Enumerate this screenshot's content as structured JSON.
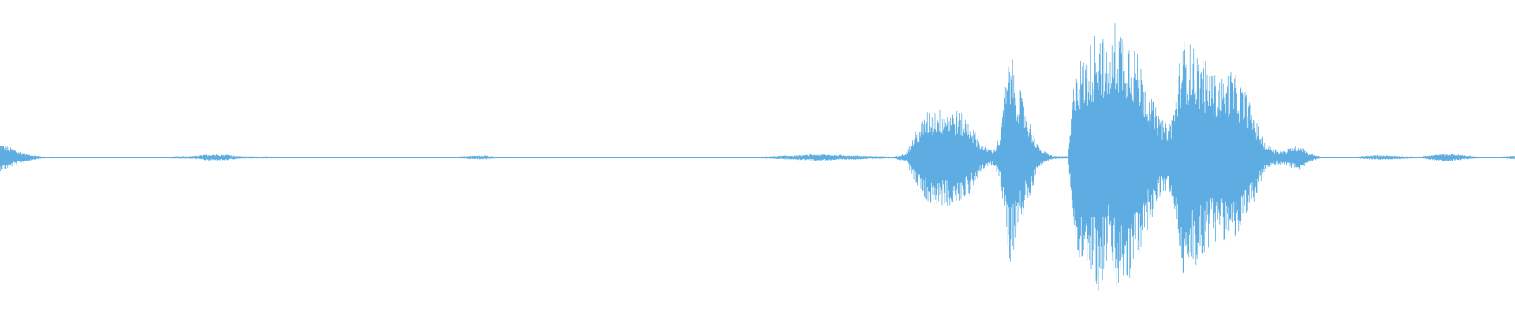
{
  "waveform": {
    "color": "#5dade2",
    "background": "#ffffff",
    "envelope": [
      [
        0.0,
        0.09
      ],
      [
        0.006,
        0.07
      ],
      [
        0.012,
        0.045
      ],
      [
        0.018,
        0.025
      ],
      [
        0.024,
        0.012
      ],
      [
        0.03,
        0.006
      ],
      [
        0.06,
        0.004
      ],
      [
        0.1,
        0.004
      ],
      [
        0.128,
        0.01
      ],
      [
        0.138,
        0.022
      ],
      [
        0.15,
        0.02
      ],
      [
        0.16,
        0.008
      ],
      [
        0.2,
        0.004
      ],
      [
        0.3,
        0.005
      ],
      [
        0.312,
        0.012
      ],
      [
        0.32,
        0.014
      ],
      [
        0.328,
        0.006
      ],
      [
        0.4,
        0.004
      ],
      [
        0.5,
        0.005
      ],
      [
        0.52,
        0.014
      ],
      [
        0.54,
        0.022
      ],
      [
        0.555,
        0.018
      ],
      [
        0.57,
        0.012
      ],
      [
        0.59,
        0.006
      ],
      [
        0.598,
        0.03
      ],
      [
        0.604,
        0.16
      ],
      [
        0.612,
        0.3
      ],
      [
        0.622,
        0.32
      ],
      [
        0.632,
        0.31
      ],
      [
        0.64,
        0.24
      ],
      [
        0.648,
        0.08
      ],
      [
        0.656,
        0.05
      ],
      [
        0.66,
        0.15
      ],
      [
        0.664,
        0.5
      ],
      [
        0.667,
        0.7
      ],
      [
        0.67,
        0.56
      ],
      [
        0.674,
        0.42
      ],
      [
        0.68,
        0.24
      ],
      [
        0.686,
        0.06
      ],
      [
        0.695,
        0.01
      ],
      [
        0.705,
        0.008
      ],
      [
        0.71,
        0.65
      ],
      [
        0.716,
        0.65
      ],
      [
        0.722,
        0.8
      ],
      [
        0.726,
        0.9
      ],
      [
        0.732,
        0.62
      ],
      [
        0.736,
        0.9
      ],
      [
        0.74,
        0.87
      ],
      [
        0.746,
        0.8
      ],
      [
        0.752,
        0.65
      ],
      [
        0.758,
        0.45
      ],
      [
        0.766,
        0.25
      ],
      [
        0.772,
        0.22
      ],
      [
        0.776,
        0.4
      ],
      [
        0.78,
        0.78
      ],
      [
        0.786,
        0.74
      ],
      [
        0.792,
        0.68
      ],
      [
        0.8,
        0.56
      ],
      [
        0.806,
        0.52
      ],
      [
        0.812,
        0.58
      ],
      [
        0.818,
        0.5
      ],
      [
        0.824,
        0.4
      ],
      [
        0.83,
        0.22
      ],
      [
        0.836,
        0.08
      ],
      [
        0.844,
        0.05
      ],
      [
        0.848,
        0.045
      ],
      [
        0.852,
        0.07
      ],
      [
        0.858,
        0.09
      ],
      [
        0.864,
        0.03
      ],
      [
        0.872,
        0.006
      ],
      [
        0.894,
        0.005
      ],
      [
        0.904,
        0.014
      ],
      [
        0.914,
        0.016
      ],
      [
        0.924,
        0.01
      ],
      [
        0.936,
        0.005
      ],
      [
        0.946,
        0.018
      ],
      [
        0.956,
        0.026
      ],
      [
        0.966,
        0.016
      ],
      [
        0.978,
        0.004
      ],
      [
        0.99,
        0.006
      ],
      [
        1.0,
        0.012
      ]
    ]
  }
}
